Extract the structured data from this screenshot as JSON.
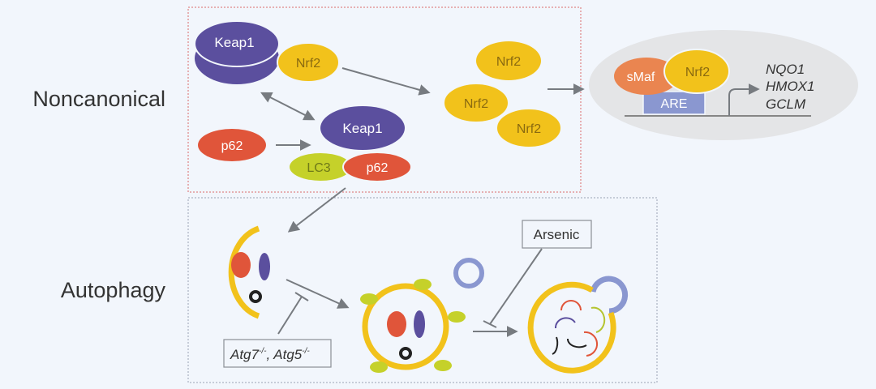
{
  "sections": {
    "noncanonical": "Noncanonical",
    "autophagy": "Autophagy"
  },
  "proteins": {
    "keap1_complex": "Keap1",
    "nrf2_bound": "Nrf2",
    "nrf2_free_1": "Nrf2",
    "nrf2_free_2": "Nrf2",
    "nrf2_free_3": "Nrf2",
    "p62_free": "p62",
    "keap1_sequestered": "Keap1",
    "lc3": "LC3",
    "p62_bound": "p62",
    "smaf": "sMaf",
    "nrf2_nuclear": "Nrf2",
    "are": "ARE"
  },
  "target_genes": [
    "NQO1",
    "HMOX1",
    "GCLM"
  ],
  "inhibitors": {
    "atg_knockout": {
      "gene1": "Atg7",
      "sup1": "-/-",
      "sep": ", ",
      "gene2": "Atg5",
      "sup2": "-/-"
    },
    "arsenic": "Arsenic"
  },
  "colors": {
    "background": "#f2f6fc",
    "keap1": "#5b4f9e",
    "nrf2": "#f2c21b",
    "p62": "#e0553a",
    "lc3": "#c5d12a",
    "smaf": "#ea8550",
    "are": "#8a97d0",
    "membrane": "#f2c21b",
    "lysosome": "#8a97d0",
    "arrow": "#777b80",
    "nucleus": "#e4e5e7",
    "noncanonical_border": "#d96a6a",
    "autophagy_border": "#9aa3b5"
  }
}
